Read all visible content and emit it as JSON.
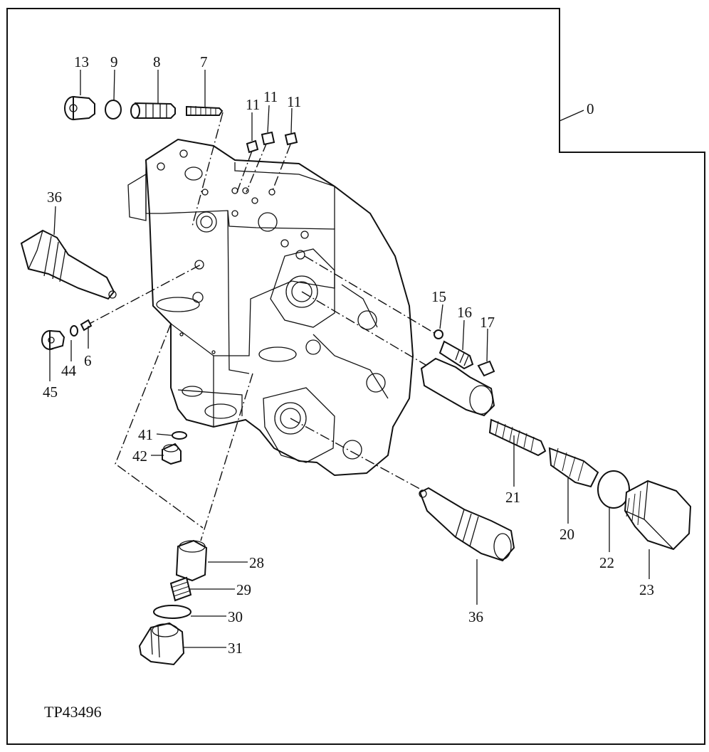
{
  "figure_id": "TP43496",
  "callouts": {
    "c0": "0",
    "c13": "13",
    "c9": "9",
    "c8": "8",
    "c7": "7",
    "c11a": "11",
    "c11b": "11",
    "c11c": "11",
    "c36a": "36",
    "c36b": "36",
    "c15": "15",
    "c16": "16",
    "c17": "17",
    "c44": "44",
    "c6": "6",
    "c45": "45",
    "c41": "41",
    "c42": "42",
    "c21": "21",
    "c20": "20",
    "c22": "22",
    "c23": "23",
    "c28": "28",
    "c29": "29",
    "c30": "30",
    "c31": "31"
  }
}
